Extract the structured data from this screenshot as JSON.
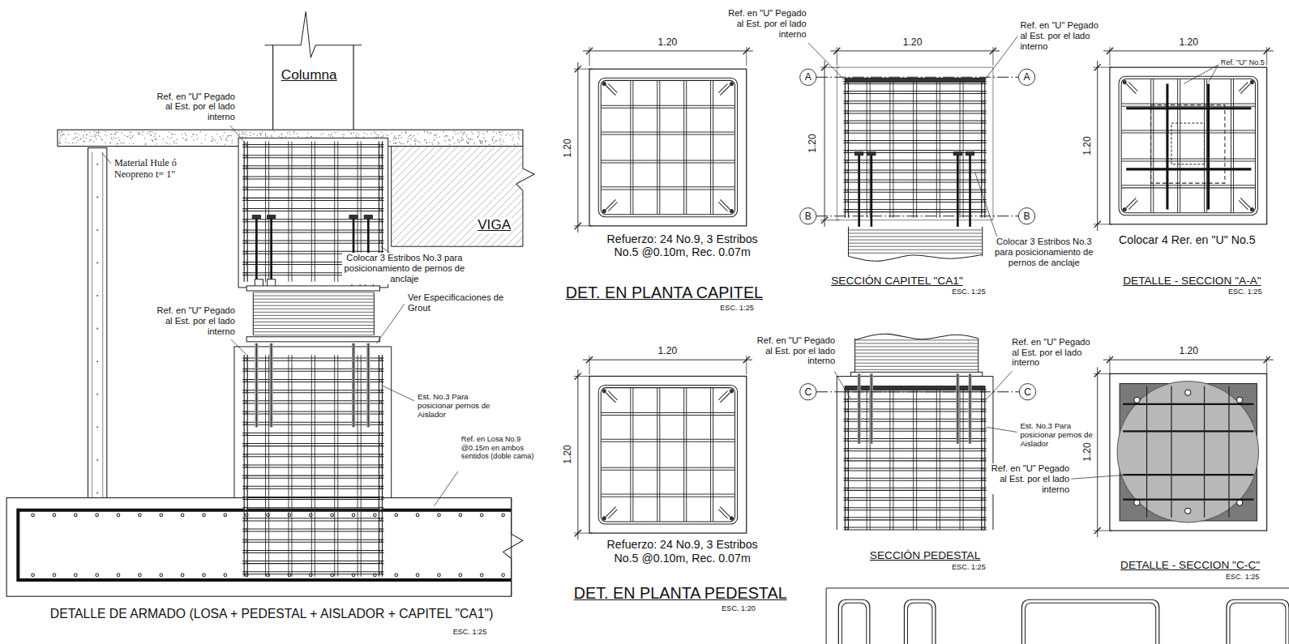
{
  "diagram": {
    "labels": [
      "Columna",
      "Ref. en \"U\" Pegado al Est. por el lado interno",
      "Material Hule ó Neopreno t= 1\"",
      "VIGA",
      "Colocar 3 Estribos No.3 para posicionamiento de pernos de anclaje",
      "Ver Especificaciones de Grout",
      "Ref. en \"U\" Pegado al Est. por el lado interno",
      "Est. No.3 Para posicionar pernos de Aislador",
      "Ref. en Losa No.9 @0.15m en ambos sentidos (doble cama)",
      "DETALLE DE ARMADO (LOSA + PEDESTAL + AISLADOR + CAPITEL \"CA1\")",
      "ESC. 1:25",
      "1.20",
      "1.20",
      "Refuerzo: 24 No.9, 3 Estribos No.5 @0.10m, Rec. 0.07m",
      "DET. EN PLANTA CAPITEL",
      "ESC. 1:25",
      "Ref. en \"U\" Pegado al Est. por el lado interno",
      "Ref. en \"U\" Pegado al Est. por el lado interno",
      "1.20",
      "1.20",
      "A",
      "A",
      "B",
      "B",
      "Colocar 3 Estribos No.3 para posicionamiento de pernos de anclaje",
      "SECCIÓN CAPITEL \"CA1\"",
      "ESC. 1:25",
      "1.20",
      "1.20",
      "Ref. \"U\" No.5",
      "Colocar 4 Rer. en \"U\" No.5",
      "DETALLE - SECCION \"A-A\"",
      "ESC. 1:25",
      "1.20",
      "1.20",
      "Refuerzo: 24 No.9, 3 Estribos No.5 @0.10m, Rec. 0.07m",
      "DET. EN PLANTA PEDESTAL",
      "ESC. 1:20",
      "Ref. en \"U\" Pegado al Est. por el lado interno",
      "Ref. en \"U\" Pegado al Est. por el lado interno",
      "C",
      "C",
      "Est. No.3 Para posicionar pernos de Aislador",
      "SECCIÓN PEDESTAL",
      "ESC. 1:25",
      "1.20",
      "1.20",
      "Ref. en \"U\" Pegado al Est. por el lado interno",
      "DETALLE - SECCION \"C-C\"",
      "ESC. 1:25"
    ]
  }
}
